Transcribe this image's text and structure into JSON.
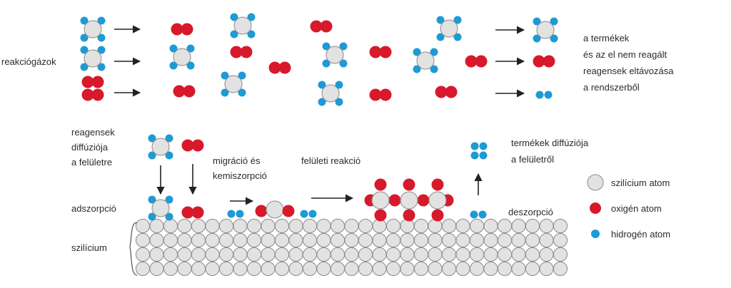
{
  "labels": {
    "reaction_gases": "reakciógázok",
    "products_removal": [
      "a termékek",
      "és az el nem reagált",
      "reagensek eltávozása",
      "a rendszerből"
    ],
    "reagent_diffusion": [
      "reagensek",
      "diffúziója",
      "a felületre"
    ],
    "migration": [
      "migráció és",
      "kemiszorpció"
    ],
    "surface_reaction": "felületi reakció",
    "product_diffusion": [
      "termékek diffúziója",
      "a felületről"
    ],
    "adsorption": "adszorpció",
    "desorption": "deszorpció",
    "silicon": "szilícium"
  },
  "legend": [
    {
      "label": "szilícium atom",
      "color": "#e2e2e2"
    },
    {
      "label": "oxigén atom",
      "color": "#d7192b"
    },
    {
      "label": "hidrogén atom",
      "color": "#1e9ad6"
    }
  ],
  "colors": {
    "silicon": "#e2e2e2",
    "silicon_stroke": "#8a8a8a",
    "oxygen": "#d7192b",
    "hydrogen": "#1e9ad6",
    "arrow": "#222222"
  }
}
